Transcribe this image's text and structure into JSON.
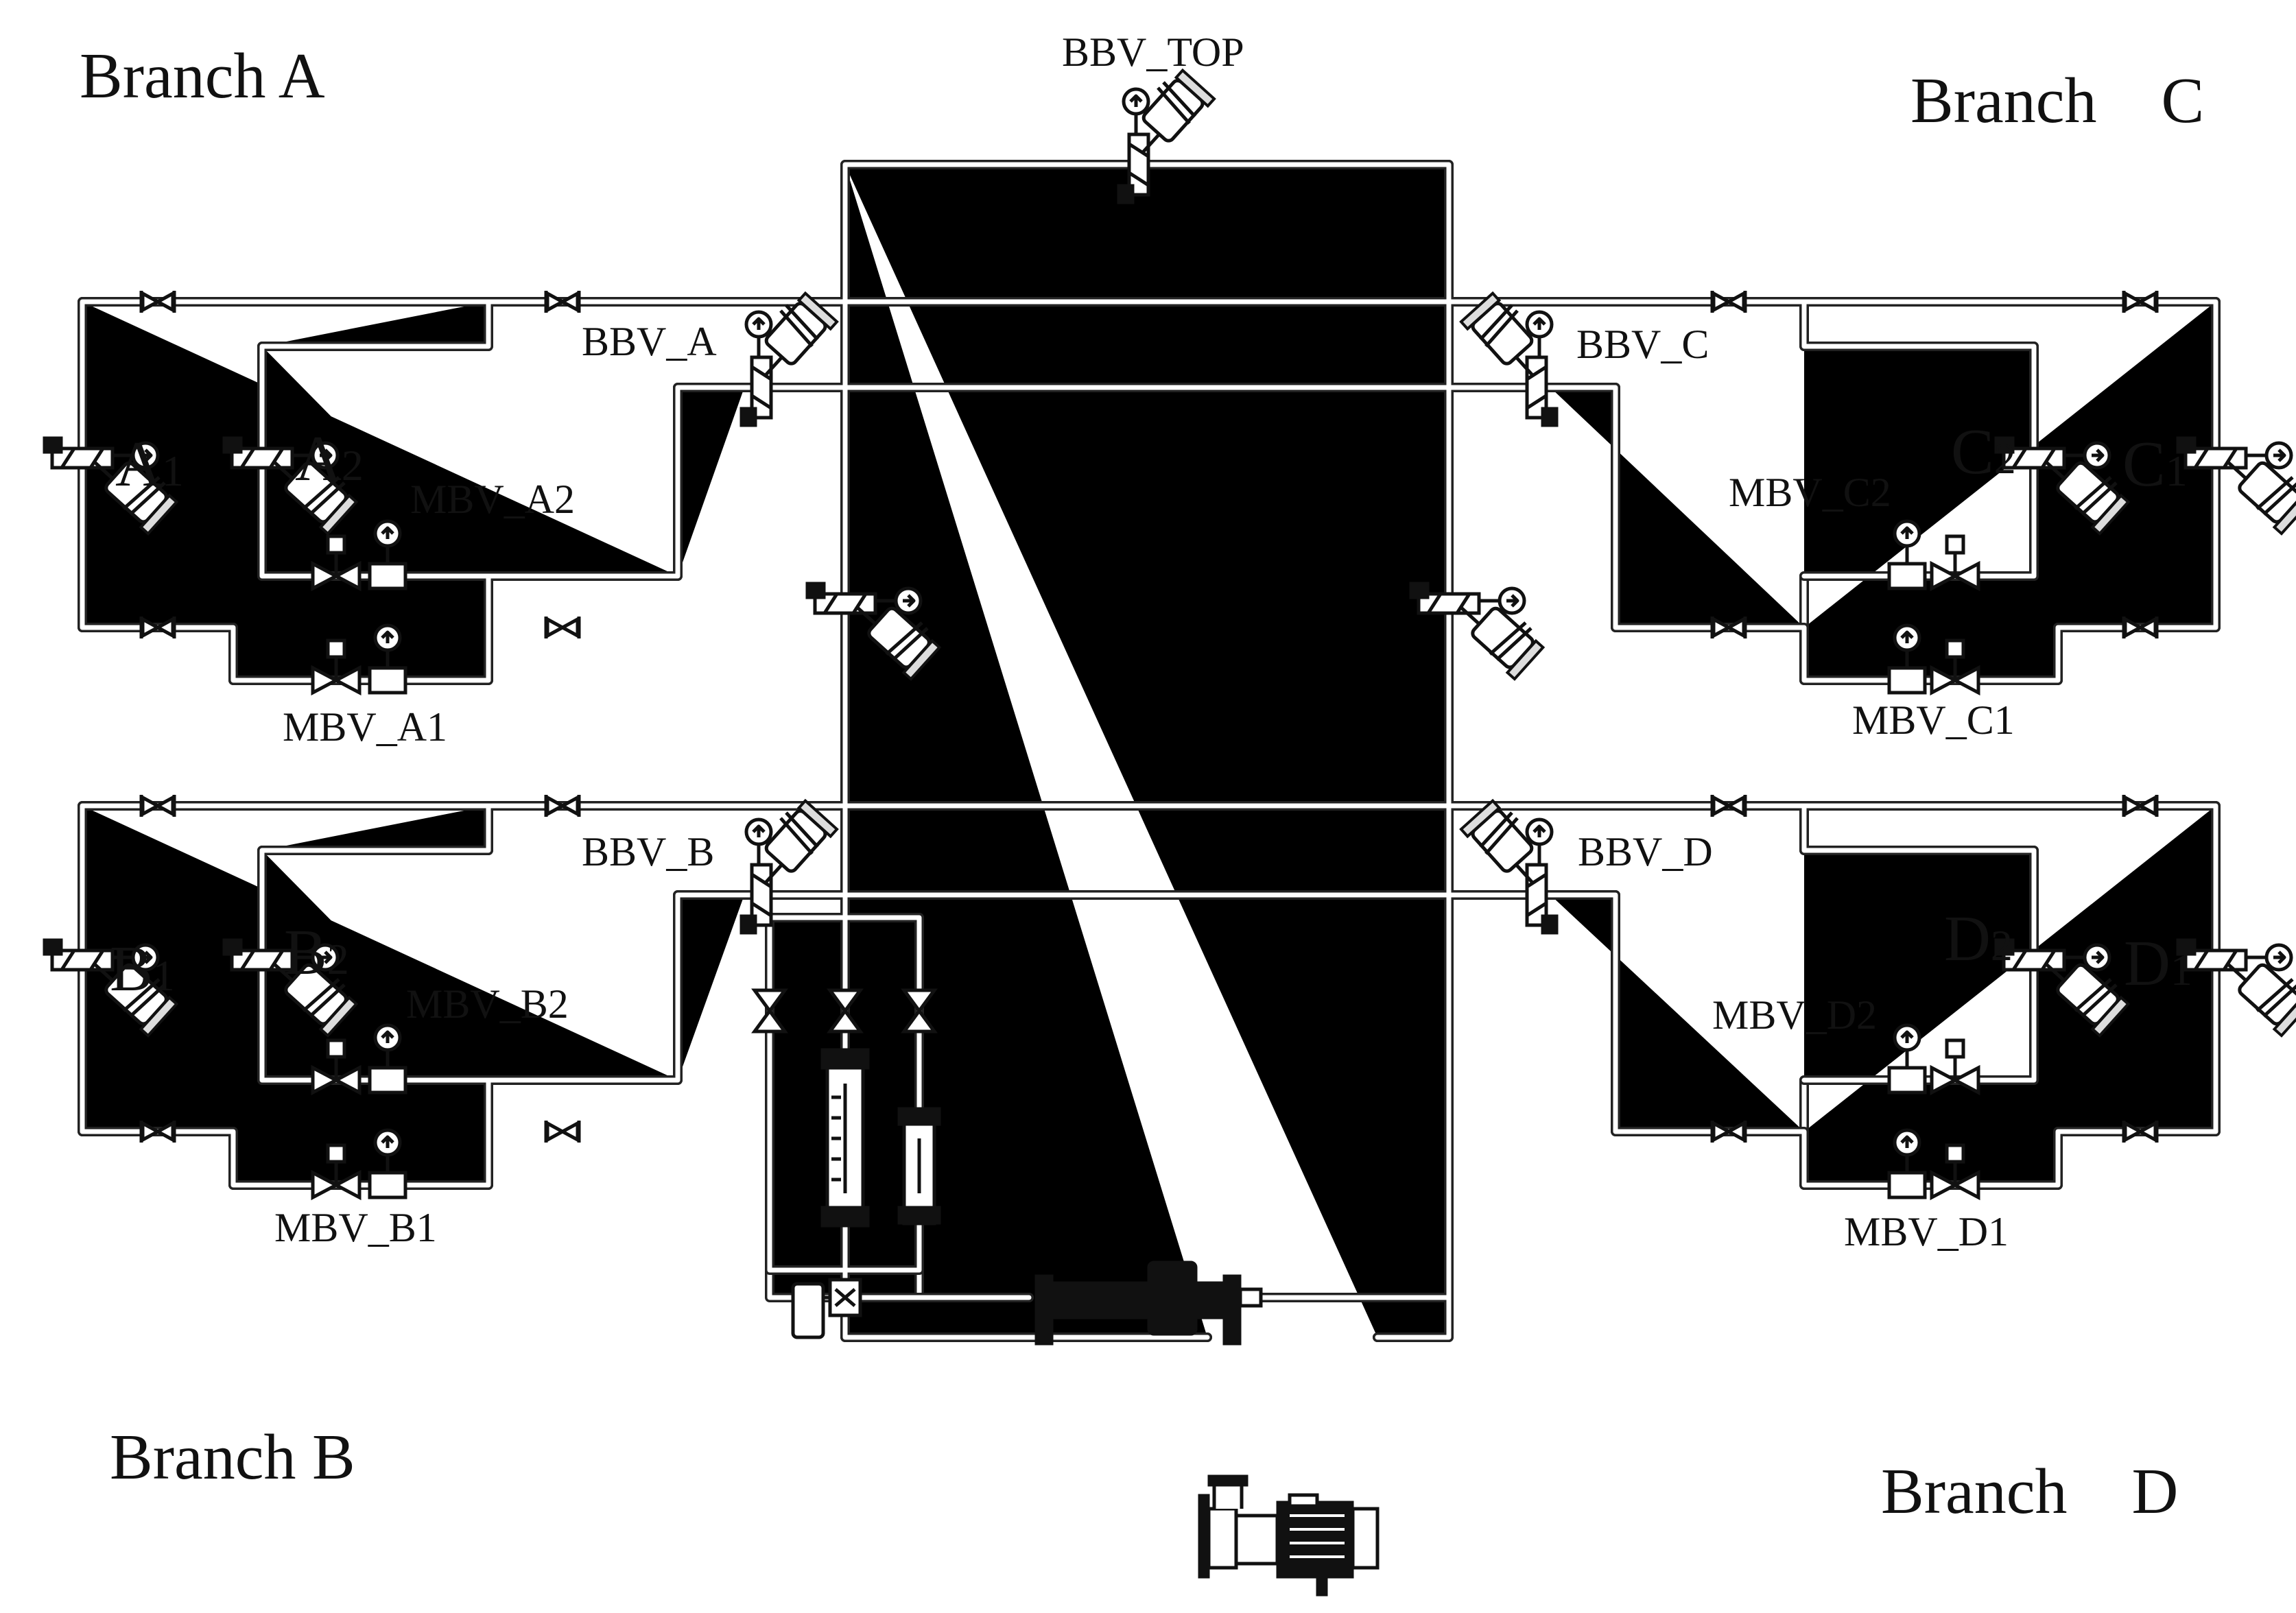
{
  "branches": {
    "a": "Branch A",
    "b": "Branch B",
    "c": "Branch    C",
    "d": "Branch    D"
  },
  "balancing_valves": {
    "top": "BBV_TOP",
    "a": "BBV_A",
    "b": "BBV_B",
    "c": "BBV_C",
    "d": "BBV_D"
  },
  "motorized_valves": {
    "a1": "MBV_A1",
    "a2": "MBV_A2",
    "b1": "MBV_B1",
    "b2": "MBV_B2",
    "c1": "MBV_C1",
    "c2": "MBV_C2",
    "d1": "MBV_D1",
    "d2": "MBV_D2"
  },
  "terminals": {
    "a1": {
      "letter": "A",
      "index": "1"
    },
    "a2": {
      "letter": "A",
      "index": "2"
    },
    "b1": {
      "letter": "B",
      "index": "1"
    },
    "b2": {
      "letter": "B",
      "index": "2"
    },
    "c1": {
      "letter": "C",
      "index": "1"
    },
    "c2": {
      "letter": "C",
      "index": "2"
    },
    "d1": {
      "letter": "D",
      "index": "1"
    },
    "d2": {
      "letter": "D",
      "index": "2"
    }
  },
  "icons": {
    "balancing_valve": "balancing-valve-icon",
    "motorized_valve": "motorized-valve-icon",
    "gate_valve": "gate-valve-icon",
    "flowmeter": "flowmeter-icon",
    "pump": "pump-icon",
    "heater": "heater-icon",
    "three_way_valve": "three-way-valve-icon"
  },
  "colors": {
    "line": "#222222",
    "background": "#ffffff"
  }
}
